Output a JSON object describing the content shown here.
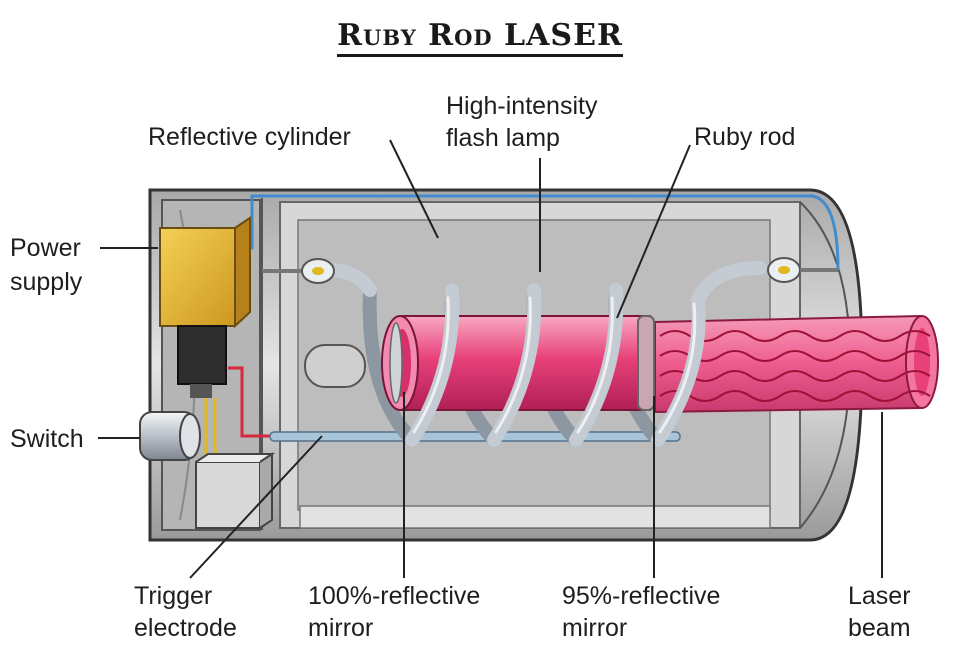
{
  "title": "Ruby Rod LASER",
  "labels": {
    "reflective_cylinder": "Reflective cylinder",
    "flash_lamp_1": "High-intensity",
    "flash_lamp_2": "flash lamp",
    "ruby_rod": "Ruby rod",
    "power_supply_1": "Power",
    "power_supply_2": "supply",
    "switch": "Switch",
    "trigger_1": "Trigger",
    "trigger_2": "electrode",
    "mirror100_1": "100%-reflective",
    "mirror100_2": "mirror",
    "mirror95_1": "95%-reflective",
    "mirror95_2": "mirror",
    "laser_1": "Laser",
    "laser_2": "beam"
  },
  "colors": {
    "ruby": "#e8417a",
    "ruby_dark": "#b8245a",
    "beam": "#ee5c8e",
    "wave": "#9e1238",
    "housing": "#c9c9c9",
    "housing_dark": "#8a8a8a",
    "power_supply": "#e7b72b",
    "wire_blue": "#3f8ccf",
    "wire_red": "#d8283c",
    "wire_yellow": "#e0b820"
  }
}
